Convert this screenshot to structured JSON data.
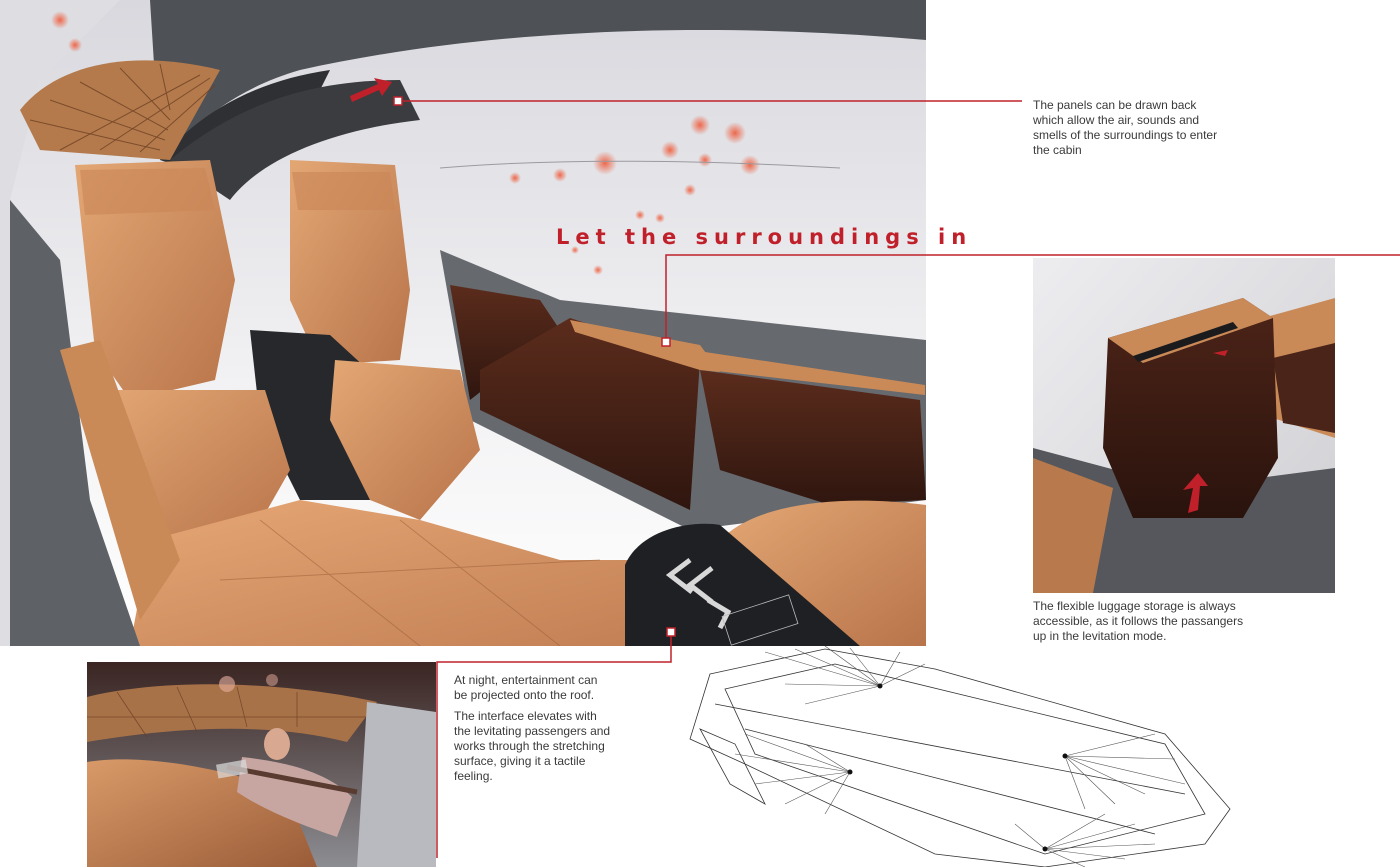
{
  "headline": "Let the surroundings in",
  "captions": {
    "panels": "The panels can be drawn back which allow the air, sounds and smells of the surroundings to enter the cabin",
    "luggage": "The flexible luggage storage is always accessible, as it follows the passangers up in the levitation mode.",
    "night": "At night, entertainment can be projected onto the roof.",
    "interface": "The interface elevates with the levitating passengers and works through the stretching surface, giving it a tactile feeling."
  },
  "images": {
    "main": "cabin-interior-render",
    "luggage": "luggage-storage-render",
    "night": "night-levitation-render",
    "wireframe": "cabin-wireframe-sketch"
  },
  "colors": {
    "accent": "#c0202a",
    "leather": "#d99a68",
    "leather_dark": "#a4653c",
    "wood": "#4a2418",
    "shell": "#5e6166",
    "sky": "#e9e9ec"
  }
}
